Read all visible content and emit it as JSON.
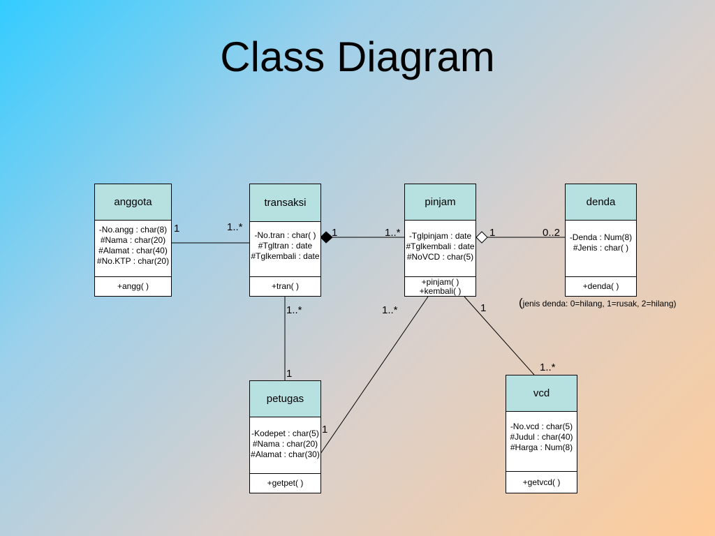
{
  "title": "Class Diagram",
  "classes": {
    "anggota": {
      "name": "anggota",
      "attributes": [
        "-No.angg : char(8)",
        "#Nama : char(20)",
        "#Alamat : char(40)",
        "#No.KTP : char(20)"
      ],
      "operations": [
        "+angg( )"
      ]
    },
    "transaksi": {
      "name": "transaksi",
      "attributes": [
        "-No.tran : char( )",
        "#Tgltran : date",
        "#Tglkembali : date"
      ],
      "operations": [
        "+tran( )"
      ]
    },
    "pinjam": {
      "name": "pinjam",
      "attributes": [
        "-Tglpinjam : date",
        "#Tglkembali : date",
        "#NoVCD : char(5)"
      ],
      "operations": [
        "+pinjam( )",
        "+kembali( )"
      ]
    },
    "denda": {
      "name": "denda",
      "attributes": [
        "-Denda : Num(8)",
        "#Jenis : char( )"
      ],
      "operations": [
        "+denda( )"
      ]
    },
    "petugas": {
      "name": "petugas",
      "attributes": [
        "-Kodepet : char(5)",
        "#Nama : char(20)",
        "#Alamat : char(30)"
      ],
      "operations": [
        "+getpet( )"
      ]
    },
    "vcd": {
      "name": "vcd",
      "attributes": [
        "-No.vcd : char(5)",
        "#Judul : char(40)",
        "#Harga : Num(8)"
      ],
      "operations": [
        "+getvcd( )"
      ]
    }
  },
  "multiplicities": {
    "anggota_transaksi_a": "1",
    "anggota_transaksi_b": "1..*",
    "transaksi_pinjam_a": "1",
    "transaksi_pinjam_b": "1..*",
    "pinjam_denda_a": "1",
    "pinjam_denda_b": "0..2",
    "transaksi_petugas_a": "1..*",
    "transaksi_petugas_b": "1",
    "pinjam_petugas_a": "1..*",
    "pinjam_petugas_b": "1",
    "pinjam_vcd_a": "1",
    "pinjam_vcd_b": "1..*"
  },
  "note": {
    "paren": "(",
    "text": "jenis denda: 0=hilang, 1=rusak, 2=hilang)"
  }
}
